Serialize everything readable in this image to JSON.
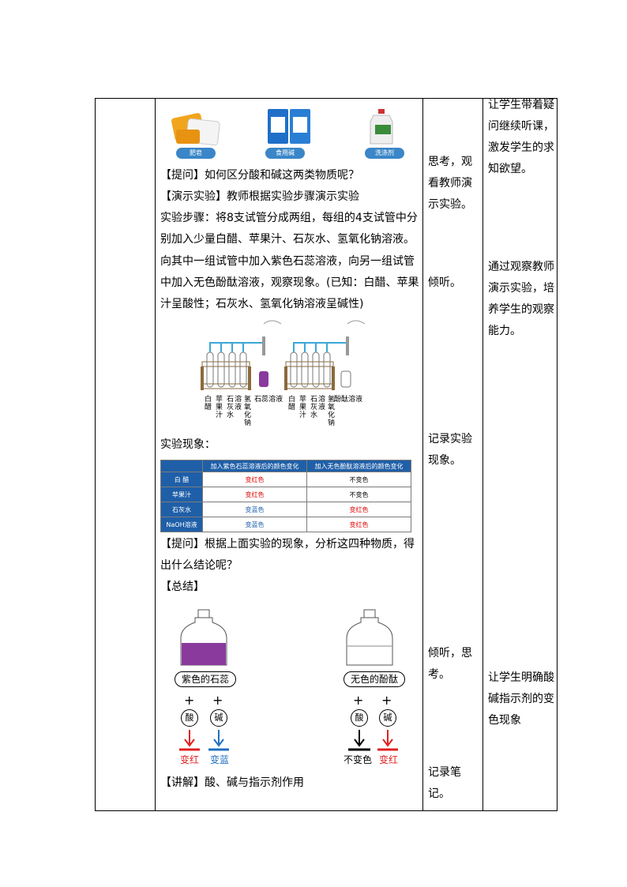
{
  "photos": {
    "labels": [
      "肥皂",
      "食用碱",
      "洗涤剂"
    ]
  },
  "main": {
    "lines": [
      "【提问】如何区分酸和碱这两类物质呢？",
      "【演示实验】教师根据实验步骤演示实验",
      "实验步骤：将8支试管分成两组，每组的4支试管中分",
      "别加入少量白醋、苹果汁、石灰水、氢氧化钠溶液。",
      "向其中一组试管中加入紫色石蕊溶液，向另一组试管",
      "中加入无色酚酞溶液，观察现象。(已知：白醋、苹果",
      "汁呈酸性；石灰水、氢氧化钠溶液呈碱性)"
    ],
    "observe_label": "实验现象：",
    "question2_line1": "【提问】根据上面实验的现象，分析这四种物质，得",
    "question2_line2": "出什么结论呢？",
    "summary": "【总结】",
    "explain": "【讲解】酸、碱与指示剂作用"
  },
  "apparatus": {
    "tube_labels": [
      "白醋",
      "苹果汁",
      "石灰水",
      "溶液",
      "氢氧化钠"
    ],
    "tube_labels_vertical": [
      "白\n醋",
      "苹\n果\n汁",
      "石\n灰\n水",
      "溶\n液",
      "氢\n氧\n化\n钠"
    ],
    "bottle_left": "石蕊溶液",
    "bottle_right": "酚酞溶液"
  },
  "table": {
    "headers": [
      "",
      "加入紫色石蕊溶液后的颜色变化",
      "加入无色酚酞溶液后的颜色变化"
    ],
    "rows": [
      {
        "name": "白 醋",
        "litmus": "变红色",
        "litmus_color": "red",
        "phenol": "不变色",
        "phenol_color": "black"
      },
      {
        "name": "苹果汁",
        "litmus": "变红色",
        "litmus_color": "red",
        "phenol": "不变色",
        "phenol_color": "black"
      },
      {
        "name": "石灰水",
        "litmus": "变蓝色",
        "litmus_color": "blue",
        "phenol": "变红色",
        "phenol_color": "red"
      },
      {
        "name": "NaOH溶液",
        "litmus": "变蓝色",
        "litmus_color": "blue",
        "phenol": "变红色",
        "phenol_color": "red"
      }
    ]
  },
  "summary_diagram": {
    "left_indicator": "紫色的石蕊",
    "right_indicator": "无色的酚酞",
    "acid": "酸",
    "base": "碱",
    "left_results": [
      "变红",
      "变蓝"
    ],
    "right_results": [
      "不变色",
      "变红"
    ],
    "colors": {
      "red": "#e02020",
      "blue": "#1f6fc0",
      "black": "#000000",
      "purple": "#8a3a9c"
    }
  },
  "student": {
    "items": [
      "思考，观看教师演示实验。",
      "倾听。",
      "记录实验现象。",
      "倾听，思考。",
      "记录笔记。"
    ]
  },
  "purpose": {
    "items": [
      "让学生带着疑问继续听课，激发学生的求知欲望。",
      "通过观察教师演示实验，培养学生的观察能力。",
      "让学生明确酸碱指示剂的变色现象"
    ]
  }
}
